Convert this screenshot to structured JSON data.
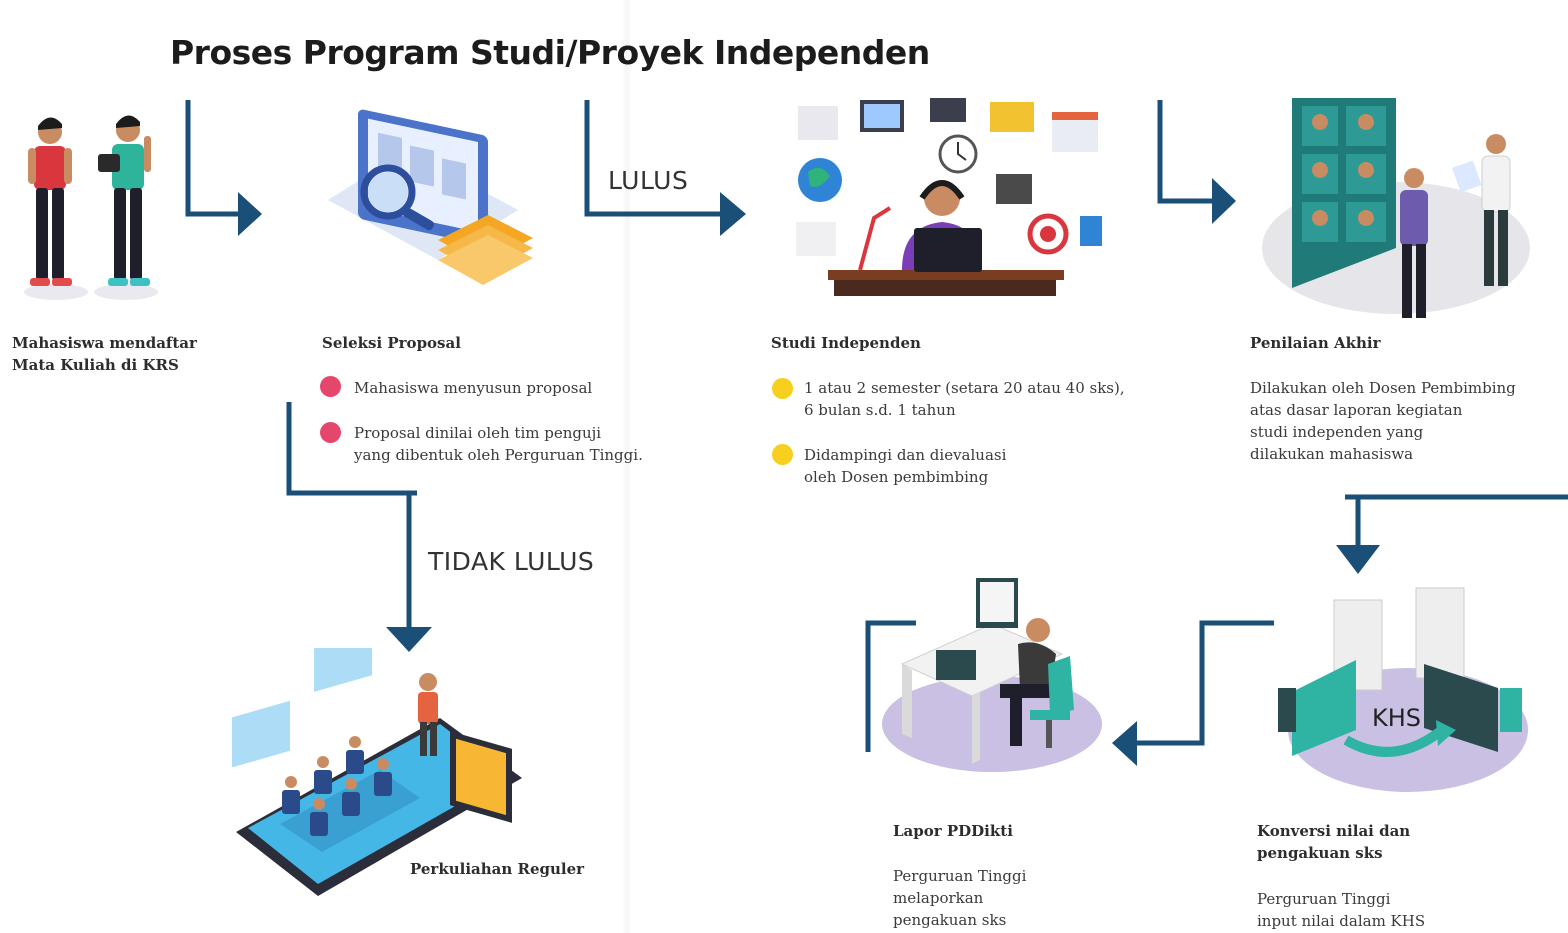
{
  "title": "Proses Program Studi/Proyek Independen",
  "colors": {
    "connector": "#1a4f78",
    "bullet_proposal": "#e5466c",
    "bullet_studi": "#f7cf1f",
    "accent_teal": "#2fb3a3",
    "platform_lavender": "#c9c0e4"
  },
  "connectors": {
    "pass_label": "LULUS",
    "fail_label": "TIDAK LULUS"
  },
  "steps": {
    "daftar": {
      "title": "Mahasiswa mendaftar\nMata Kuliah di KRS",
      "icon": "students-icon"
    },
    "seleksi": {
      "title": "Seleksi Proposal",
      "icon": "proposal-review-icon",
      "bullets": [
        "Mahasiswa menyusun proposal",
        "Proposal dinilai oleh tim penguji\nyang dibentuk oleh Perguruan Tinggi."
      ]
    },
    "studi": {
      "title": "Studi Independen",
      "icon": "independent-study-icon",
      "bullets": [
        "1 atau 2 semester (setara 20 atau 40 sks),\n6 bulan s.d. 1 tahun",
        "Didampingi dan dievaluasi\noleh Dosen pembimbing"
      ]
    },
    "penilaian": {
      "title": "Penilaian Akhir",
      "icon": "video-evaluation-icon",
      "desc": "Dilakukan oleh Dosen Pembimbing\natas dasar laporan kegiatan\nstudi independen yang\ndilakukan mahasiswa"
    },
    "konversi": {
      "title": "Konversi nilai dan\npengakuan sks",
      "icon": "khs-conversion-icon",
      "icon_text": "KHS",
      "desc": "Perguruan Tinggi\ninput nilai dalam KHS"
    },
    "lapor": {
      "title": "Lapor PDDikti",
      "icon": "workstation-icon",
      "desc": "Perguruan Tinggi\nmelaporkan\npengakuan sks"
    },
    "reguler": {
      "title": "Perkuliahan Reguler",
      "icon": "classroom-tablet-icon"
    }
  }
}
